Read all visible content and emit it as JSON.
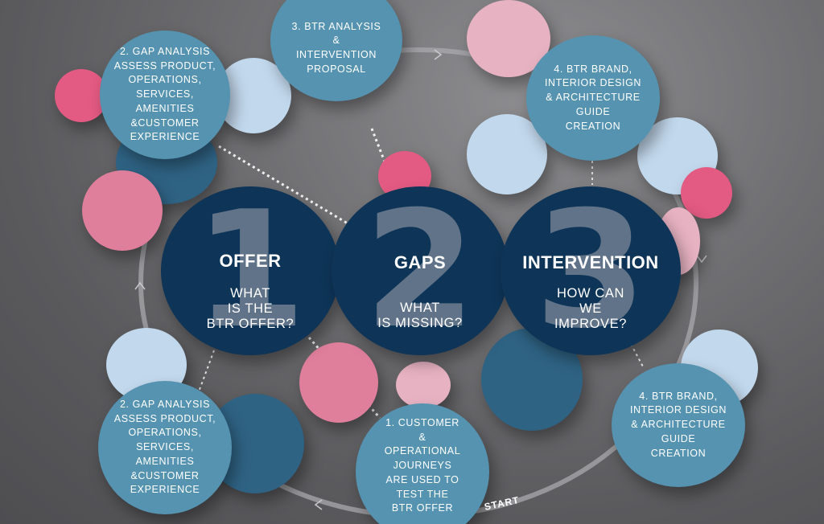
{
  "main": [
    {
      "number": "1",
      "title": "OFFER",
      "subtitle": "WHAT\nIS THE\nBTR OFFER?"
    },
    {
      "number": "2",
      "title": "GAPS",
      "subtitle": "WHAT\nIS MISSING?"
    },
    {
      "number": "3",
      "title": "INTERVENTION",
      "subtitle": "HOW CAN\nWE\nIMPROVE?"
    }
  ],
  "nodes": {
    "step3_analysis": "3. BTR ANALYSIS\n&\nINTERVENTION\nPROPOSAL",
    "step2_gap_top": "2. GAP ANALYSIS\nASSESS PRODUCT,\nOPERATIONS, SERVICES,\nAMENITIES &CUSTOMER\nEXPERIENCE",
    "step4_brand_top": "4. BTR BRAND,\nINTERIOR DESIGN\n& ARCHITECTURE\nGUIDE\nCREATION",
    "step2_gap_bottom": "2. GAP ANALYSIS\nASSESS PRODUCT,\nOPERATIONS, SERVICES,\nAMENITIES &CUSTOMER\nEXPERIENCE",
    "step1_customer": "1. CUSTOMER\n&\nOPERATIONAL\nJOURNEYS\nARE USED TO\nTEST THE\nBTR OFFER",
    "step4_brand_bottom": "4. BTR BRAND,\nINTERIOR DESIGN\n& ARCHITECTURE\nGUIDE\nCREATION"
  },
  "start_label": "START",
  "colors": {
    "navy": "#0e3457",
    "teal": "#5593b0",
    "teal_dark": "#2f6384",
    "light_blue": "#c2d8ec",
    "pink": "#e07f9c",
    "hot_pink": "#e35a82",
    "pale_pink": "#e7b2c2",
    "background": "#6f6f72"
  }
}
